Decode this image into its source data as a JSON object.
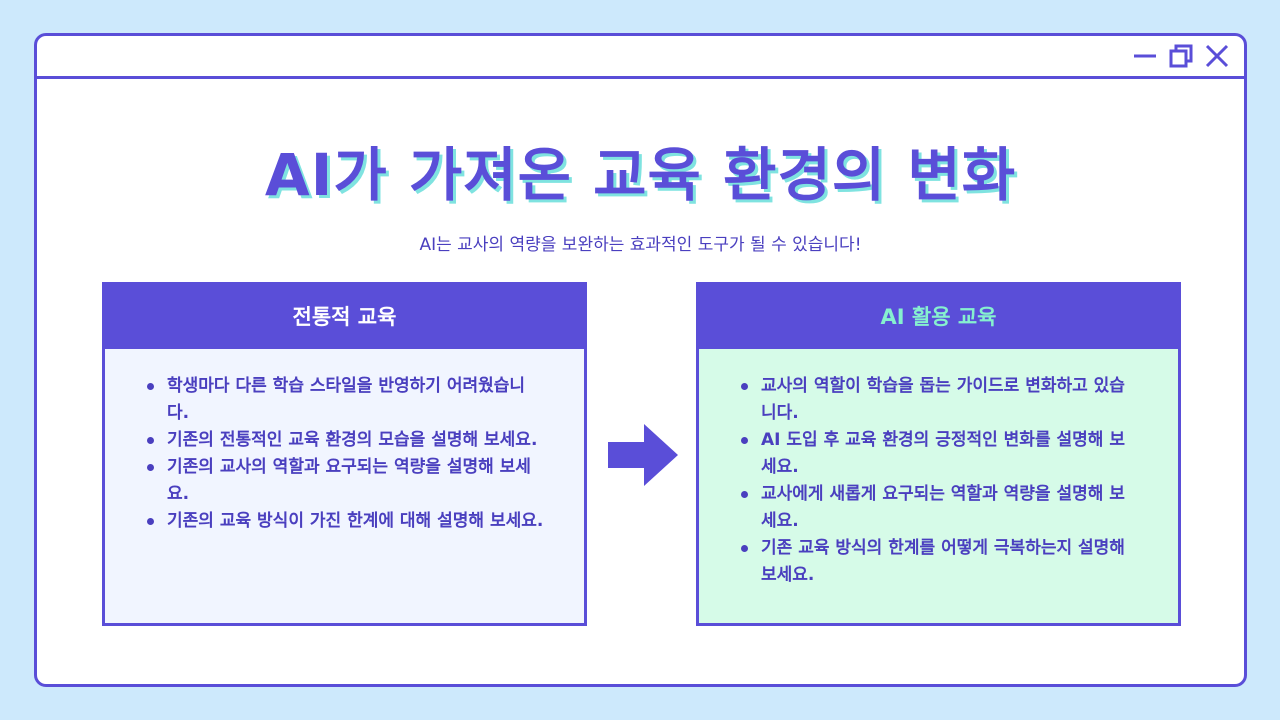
{
  "window": {
    "controls": [
      "minimize-icon",
      "maximize-icon",
      "close-icon"
    ]
  },
  "headline": "AI가 가져온 교육 환경의 변화",
  "subtitle": "AI는 교사의 역량을 보완하는 효과적인 도구가 될 수 있습니다!",
  "panels": {
    "left": {
      "title": "전통적 교육",
      "items": [
        "학생마다 다른 학습 스타일을 반영하기 어려웠습니다.",
        "기존의 전통적인 교육 환경의 모습을 설명해 보세요.",
        "기존의 교사의 역할과 요구되는 역량을 설명해 보세요.",
        "기존의 교육 방식이 가진 한계에 대해 설명해 보세요."
      ]
    },
    "right": {
      "title": "AI 활용 교육",
      "items": [
        "교사의 역할이 학습을 돕는 가이드로 변화하고 있습니다.",
        "AI 도입 후 교육 환경의 긍정적인 변화를 설명해 보세요.",
        "교사에게 새롭게 요구되는 역할과 역량을 설명해 보세요.",
        "기존 교육 방식의 한계를 어떻게 극복하는지 설명해 보세요."
      ]
    }
  },
  "arrow_icon": "arrow-right-icon",
  "colors": {
    "background": "#cde9fc",
    "accent": "#5a4ed8",
    "headline_shadow": "#7fe3e0",
    "left_panel_bg": "#f1f5ff",
    "right_panel_bg": "#d6fbe8",
    "right_header_text": "#86f0cf"
  }
}
